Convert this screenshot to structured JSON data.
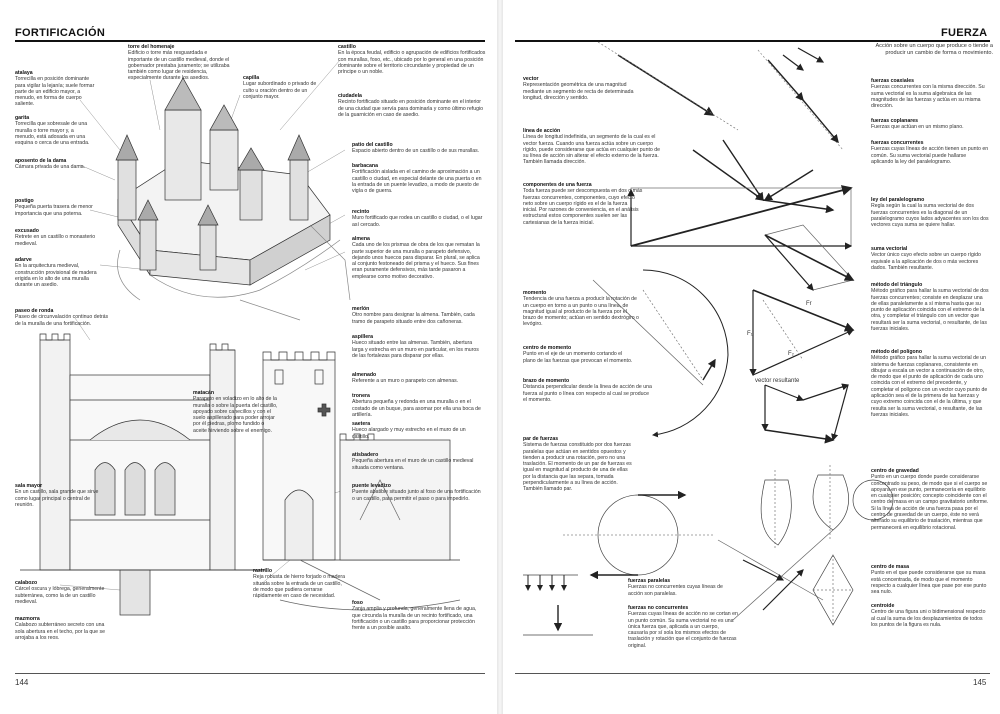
{
  "left": {
    "title": "FORTIFICACIÓN",
    "folio": "144",
    "terms": [
      {
        "term": "atalaya",
        "def": "Torrecilla en posición dominante para vigilar la lejanía; suele formar parte de un edificio mayor, a menudo, en forma de cuerpo saliente."
      },
      {
        "term": "garita",
        "def": "Torrecilla que sobresale de una muralla o torre mayor y, a menudo, está adosada en una esquina o cerca de una entrada."
      },
      {
        "term": "aposento de la dama",
        "def": "Cámara privada de una dama."
      },
      {
        "term": "postigo",
        "def": "Pequeña puerta trasera de menor importancia que una poterna."
      },
      {
        "term": "excusado",
        "def": "Retrete en un castillo o monasterio medieval."
      },
      {
        "term": "adarve",
        "def": "En la arquitectura medieval, construcción provisional de madera erigida en lo alto de una muralla durante un asedio."
      },
      {
        "term": "paseo de ronda",
        "def": "Paseo de circunvalación continuo detrás de la muralla de una fortificación."
      },
      {
        "term": "torre del homenaje",
        "def": "Edificio o torre más resguardada e importante de un castillo medieval, donde el gobernador prestaba juramento; se utilizaba también como lugar de residencia, especialmente durante los asedios."
      },
      {
        "term": "capilla",
        "def": "Lugar subordinado o privado de culto u oración dentro de un conjunto mayor."
      },
      {
        "term": "castillo",
        "def": "En la época feudal, edificio o agrupación de edificios fortificados con murallas, foso, etc., ubicado por lo general en una posición dominante sobre el territorio circundante y propiedad de un príncipe o un noble."
      },
      {
        "term": "ciudadela",
        "def": "Recinto fortificado situado en posición dominante en el interior de una ciudad que servía para dominarla y como último refugio de la guarnición en caso de asedio."
      },
      {
        "term": "patio del castillo",
        "def": "Espacio abierto dentro de un castillo o de sus murallas."
      },
      {
        "term": "barbacana",
        "def": "Fortificación aislada en el camino de aproximación a un castillo o ciudad, en especial delante de una puerta o en la entrada de un puente levadizo, a modo de puesto de vigía o de guerra."
      },
      {
        "term": "recinto",
        "def": "Muro fortificado que rodea un castillo o ciudad, o el lugar así cercado."
      },
      {
        "term": "almena",
        "def": "Cada uno de los prismas de obra de los que rematan la parte superior de una muralla o parapeto defensivo, dejando unos huecos para disparar. En plural, se aplica al conjunto festoneado del prisma y el hueco. Sus fines eran puramente defensivos, más tarde pasaron a emplearse como motivo decorativo."
      },
      {
        "term": "merlón",
        "def": "Otro nombre para designar la almena. También, cada tramo de parapeto situado entre dos cañoneras."
      },
      {
        "term": "aspillera",
        "def": "Hueco situado entre las almenas. También, abertura larga y estrecha en un muro en particular, en los muros de las fortalezas para disparar por ellas."
      },
      {
        "term": "almenado",
        "def": "Referente a un muro o parapeto con almenas."
      },
      {
        "term": "tronera",
        "def": "Abertura pequeña y redonda en una muralla o en el costado de un buque, para asomar por ella una boca de artillería."
      },
      {
        "term": "saetera",
        "def": "Hueco alargado y muy estrecho en el muro de un castillo."
      },
      {
        "term": "atisbadero",
        "def": "Pequeña abertura en el muro de un castillo medieval situada como ventana."
      },
      {
        "term": "puente levadizo",
        "def": "Puente abatible situado junto al foso de una fortificación o un castillo, para permitir el paso o para impedirlo."
      },
      {
        "term": "matacán",
        "def": "Parapeto en voladizo en lo alto de la muralla o sobre la puerta del castillo, apoyado sobre canecillos y con el suelo aspillerado para poder arrojar por él piedras, plomo fundido o aceite hirviendo sobre el enemigo."
      },
      {
        "term": "sala mayor",
        "def": "En un castillo, sala grande que sirve como lugar principal o central de reunión."
      },
      {
        "term": "calabozo",
        "def": "Cárcel oscura y lóbrega, generalmente subterránea, como la de un castillo medieval."
      },
      {
        "term": "mazmorra",
        "def": "Calabozo subterráneo secreto con una sola abertura en el techo, por la que se arrojaba a los reos."
      },
      {
        "term": "rastrillo",
        "def": "Reja robusta de hierro forjado o madera situada sobre la entrada de un castillo, de modo que pudiera cerrarse rápidamente en caso de necesidad."
      },
      {
        "term": "foso",
        "def": "Zanja amplia y profunda, generalmente llena de agua, que circunda la muralla de un recinto fortificado, una fortificación o un castillo para proporcionar protección frente a un posible asalto."
      }
    ]
  },
  "right": {
    "title": "FUERZA",
    "folio": "145",
    "intro": "Acción sobre un cuerpo que produce o tiende a producir un cambio de forma o movimiento.",
    "labels": {
      "vector_resultante": "vector resultante",
      "f1": "F₁",
      "f2": "F₂",
      "fr": "Fr"
    },
    "terms": [
      {
        "term": "vector",
        "def": "Representación geométrica de una magnitud mediante un segmento de recta de determinada longitud, dirección y sentido."
      },
      {
        "term": "línea de acción",
        "def": "Línea de longitud indefinida, un segmento de la cual es el vector fuerza. Cuando una fuerza actúa sobre un cuerpo rígido, puede considerarse que actúa en cualquier punto de su línea de acción sin alterar el efecto externo de la fuerza. También llamada dirección."
      },
      {
        "term": "componentes de una fuerza",
        "def": "Toda fuerza puede ser descompuesta en dos o más fuerzas concurrentes, componentes, cuyo efecto neto sobre un cuerpo rígido es el de la fuerza inicial. Por razones de conveniencia, en el análisis estructural estos componentes suelen ser las cartesianas de la fuerza inicial."
      },
      {
        "term": "momento",
        "def": "Tendencia de una fuerza a producir la rotación de un cuerpo en torno a un punto o una línea, de magnitud igual al producto de la fuerza por el brazo de momento; actúan en sentido dextrógiro o levógiro."
      },
      {
        "term": "centro de momento",
        "def": "Punto en el eje de un momento cortando el plano de las fuerzas que provocan el momento."
      },
      {
        "term": "brazo de momento",
        "def": "Distancia perpendicular desde la línea de acción de una fuerza al punto o línea con respecto al cual se produce el momento."
      },
      {
        "term": "par de fuerzas",
        "def": "Sistema de fuerzas constituido por dos fuerzas paralelas que actúan en sentidos opuestos y tienden a producir una rotación, pero no una traslación. El momento de un par de fuerzas es igual en magnitud al producto de una de ellas por la distancia que las separa, tomada perpendicularmente a su línea de acción. También llamado par."
      },
      {
        "term": "fuerzas paralelas",
        "def": "Fuerzas no concurrentes cuyas líneas de acción son paralelas."
      },
      {
        "term": "fuerzas no concurrentes",
        "def": "Fuerzas cuyas líneas de acción no se cortan en un punto común. Su suma vectorial no es una única fuerza que, aplicada a un cuerpo, causaría por sí sola los mismos efectos de traslación y rotación que el conjunto de fuerzas original."
      },
      {
        "term": "fuerzas coaxiales",
        "def": "Fuerzas concurrentes con la misma dirección. Su suma vectorial es la suma algebraica de las magnitudes de las fuerzas y actúa en su misma dirección."
      },
      {
        "term": "fuerzas coplanares",
        "def": "Fuerzas que actúan en un mismo plano."
      },
      {
        "term": "fuerzas concurrentes",
        "def": "Fuerzas cuyas líneas de acción tienen un punto en común. Su suma vectorial puede hallarse aplicando la ley del paralelogramo."
      },
      {
        "term": "ley del paralelogramo",
        "def": "Regla según la cual la suma vectorial de dos fuerzas concurrentes es la diagonal de un paralelogramo cuyos lados adyacentes son los dos vectores cuya suma se quiere hallar."
      },
      {
        "term": "suma vectorial",
        "def": "Vector único cuyo efecto sobre un cuerpo rígido equivale a la aplicación de dos o más vectores dados. También resultante."
      },
      {
        "term": "método del triángulo",
        "def": "Método gráfico para hallar la suma vectorial de dos fuerzas concurrentes; consiste en desplazar una de ellas paralelamente a sí misma hasta que su punto de aplicación coincida con el extremo de la otra, y completar el triángulo con un vector que resultará ser la suma vectorial, o resultante, de las fuerzas iniciales."
      },
      {
        "term": "método del polígono",
        "def": "Método gráfico para hallar la suma vectorial de un sistema de fuerzas coplanares, consistente en dibujar a escala un vector a continuación de otro, de modo que el punto de aplicación de cada uno coincida con el extremo del precedente, y completar el polígono con un vector cuyo punto de aplicación sea el de la primera de las fuerzas y cuyo extremo coincida con el de la última, y que resulta ser la suma vectorial, o resultante, de las fuerzas iniciales."
      },
      {
        "term": "centro de gravedad",
        "def": "Punto en un cuerpo donde puede considerarse concentrado su peso, de modo que si el cuerpo se apoyara en ese punto, permanecería en equilibrio en cualquier posición; concepto coincidente con el centro de masa en un campo gravitatorio uniforme. Si la línea de acción de una fuerza pasa por el centro de gravedad de un cuerpo, éste no verá alterado su equilibrio de traslación, mientras que permanecerá en equilibrio rotacional."
      },
      {
        "term": "centro de masa",
        "def": "Punto en el que puede considerarse que su masa está concentrada, de modo que el momento respecto a cualquier línea que pase por ese punto sea nulo."
      },
      {
        "term": "centroide",
        "def": "Centro de una figura uni o bidimensional respecto al cual la suma de los desplazamientos de todos los puntos de la figura es nula."
      }
    ]
  }
}
